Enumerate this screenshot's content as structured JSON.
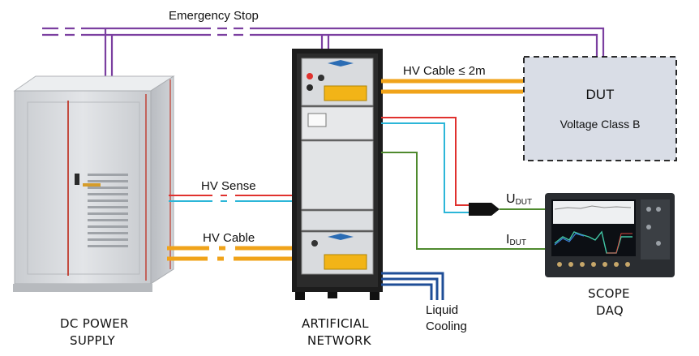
{
  "labels": {
    "emergency_stop": "Emergency Stop",
    "hv_cable_2m": "HV Cable ≤ 2m",
    "hv_sense": "HV Sense",
    "hv_cable": "HV Cable",
    "dut_title": "DUT",
    "dut_subtitle": "Voltage Class B",
    "u_main": "U",
    "u_sub": "DUT",
    "i_main": "I",
    "i_sub": "DUT",
    "liquid_cooling_1": "Liquid",
    "liquid_cooling_2": "Cooling"
  },
  "captions": {
    "dc_power_1": "DC POWER",
    "dc_power_2": "SUPPLY",
    "artificial_1": "ARTIFICIAL",
    "artificial_2": "NETWORK",
    "scope_1": "SCOPE",
    "scope_2": "DAQ"
  },
  "colors": {
    "emergency": "#7b3fa0",
    "hv_cable": "#f0a31a",
    "hv_sense_pos": "#e0312e",
    "hv_sense_neg": "#2cb6d8",
    "current": "#4f8a2e",
    "cooling": "#1f4e97",
    "cabinet": "#d7d9dc",
    "rack": "#1c1c1c",
    "dut_fill": "#d9dde6"
  }
}
